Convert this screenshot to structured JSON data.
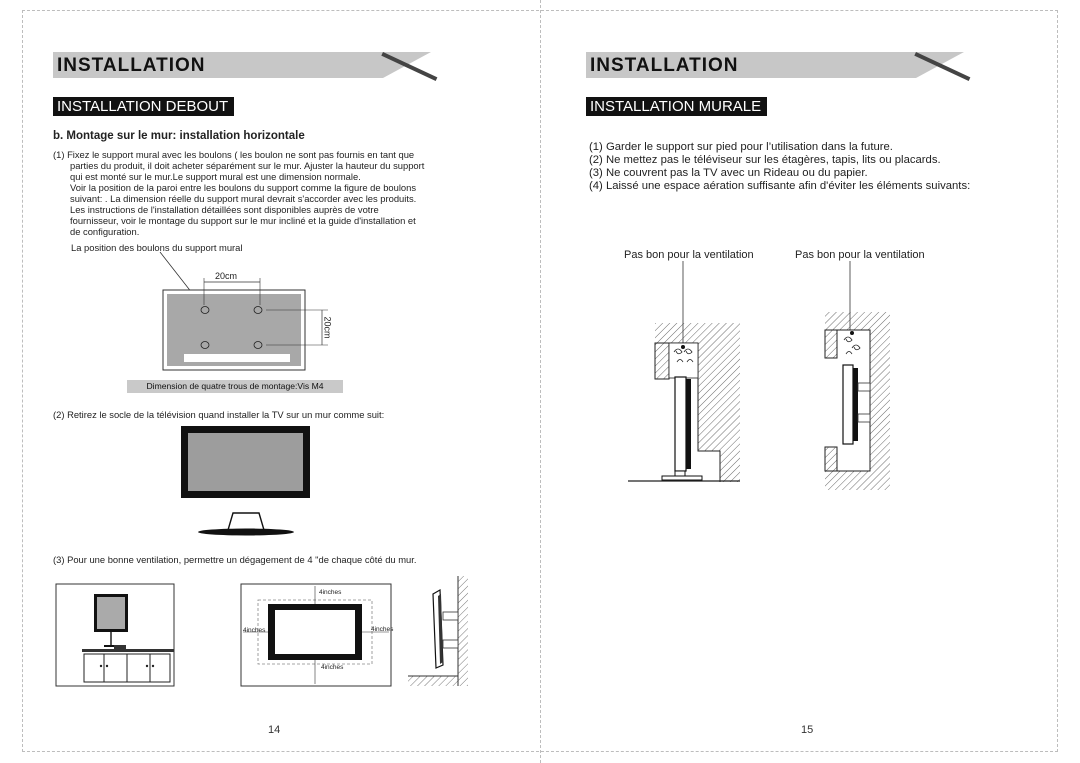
{
  "left": {
    "header": "INSTALLATION",
    "subheader": "INSTALLATION DEBOUT",
    "heading": "b. Montage sur le mur: installation horizontale",
    "step1_lines": [
      "(1) Fixez le support mural avec les boulons ( les boulon ne sont pas fournis en tant que",
      "parties du produit, il doit acheter séparément sur le mur. Ajuster la hauteur du support",
      "qui est monté sur le mur.Le support mural est une dimension normale.",
      "Voir la position de la paroi entre les boulons du support comme la figure de boulons",
      "suivant: . La dimension réelle du support mural devrait s'accorder avec les produits.",
      "Les instructions de l'installation détaillées sont disponibles auprès de votre",
      "fournisseur, voir le montage du support sur le mur incliné et la guide d'installation et",
      "de configuration."
    ],
    "bolt_label": "La position des boulons du support mural",
    "dim_horizontal": "20cm",
    "dim_vertical": "20cm",
    "caption": "Dimension de quatre trous de montage:Vis M4",
    "step2": "(2) Retirez le socle de la télévision quand installer la TV sur un mur comme suit:",
    "step3": "(3) Pour une bonne ventilation, permettre un dégagement de 4 \"de chaque côté du mur.",
    "clearance_top": "4inches",
    "clearance_left": "4inches",
    "clearance_right": "4inches",
    "clearance_bottom": "4inches",
    "page_number": "14"
  },
  "right": {
    "header": "INSTALLATION",
    "subheader": "INSTALLATION MURALE",
    "items": [
      "(1) Garder le support sur pied pour l’utilisation dans la future.",
      "(2) Ne mettez pas le téléviseur sur les étagères, tapis, lits ou placards.",
      "(3) Ne couvrent pas la TV avec un Rideau ou du papier.",
      "(4) Laissé une espace aération suffisante afin d'éviter les éléments suivants:"
    ],
    "label_left": "Pas bon pour la ventilation",
    "label_right": "Pas bon pour la ventilation",
    "page_number": "15"
  }
}
